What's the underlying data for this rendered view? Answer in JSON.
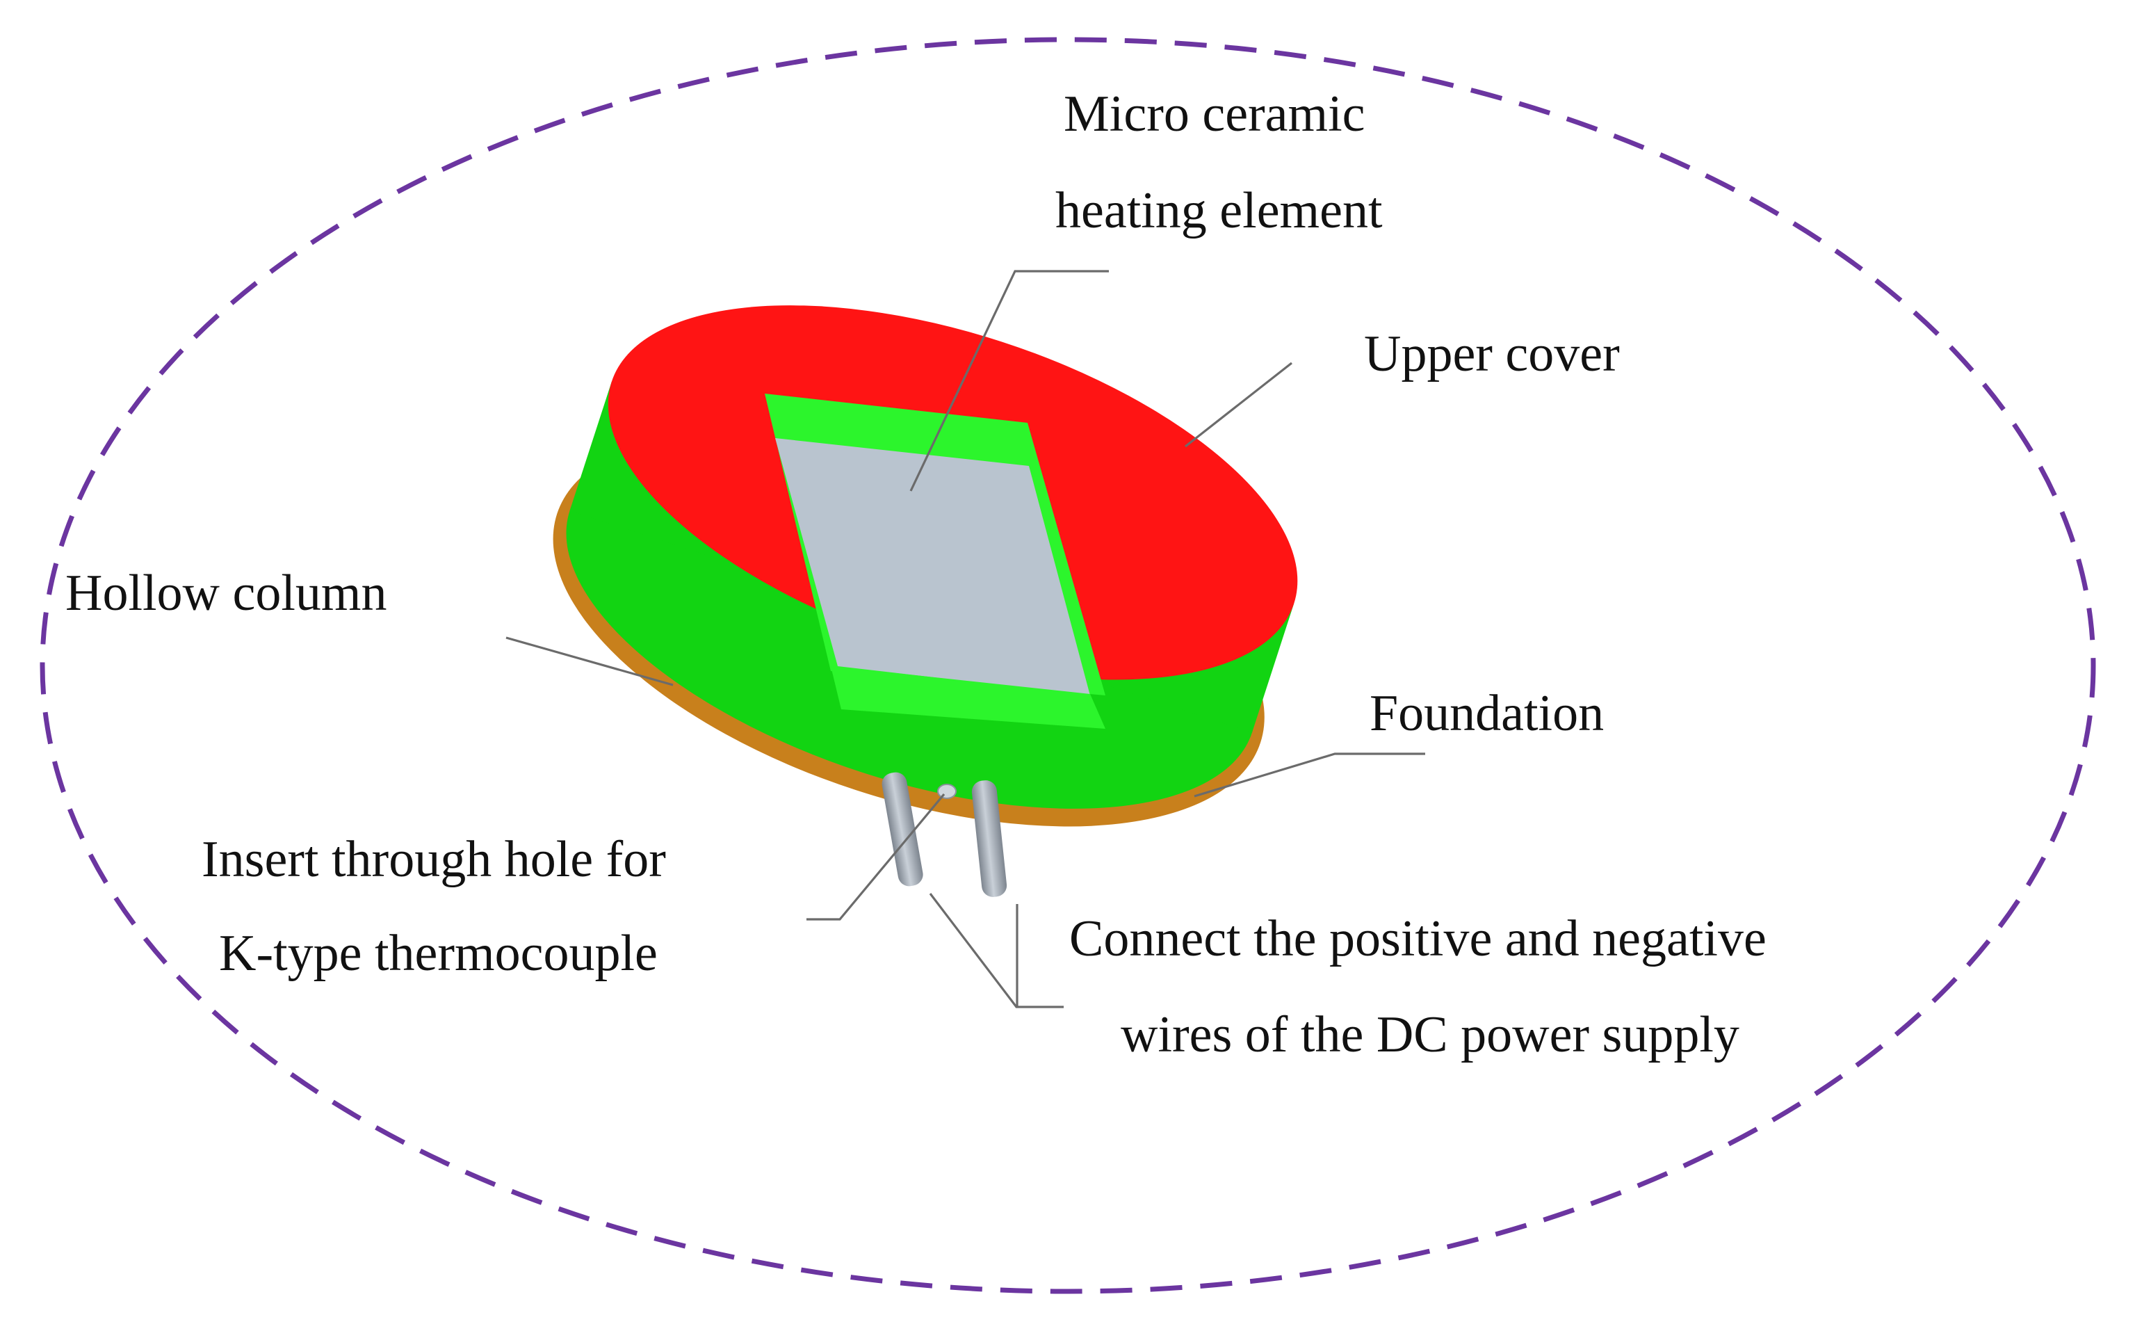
{
  "labels": {
    "heating_element_line1": "Micro ceramic",
    "heating_element_line2": "heating element",
    "upper_cover": "Upper cover",
    "hollow_column": "Hollow column",
    "foundation": "Foundation",
    "thermocouple_line1": "Insert through hole for",
    "thermocouple_line2": "K-type thermocouple",
    "power_line1": "Connect the positive and negative",
    "power_line2": "wires of the DC power supply"
  },
  "colors": {
    "boundary_dash": "#6b35a0",
    "upper_cover": "#ff1414",
    "hollow_column": "#12d412",
    "hollow_column_inner": "#2cf52c",
    "foundation": "#c8801c",
    "heating_element": "#b9c4cf",
    "electrode": "#9aa2ad",
    "leader_line": "#6b6b6b"
  },
  "icons": [
    "electrode-pin-icon",
    "thermocouple-hole-icon"
  ]
}
